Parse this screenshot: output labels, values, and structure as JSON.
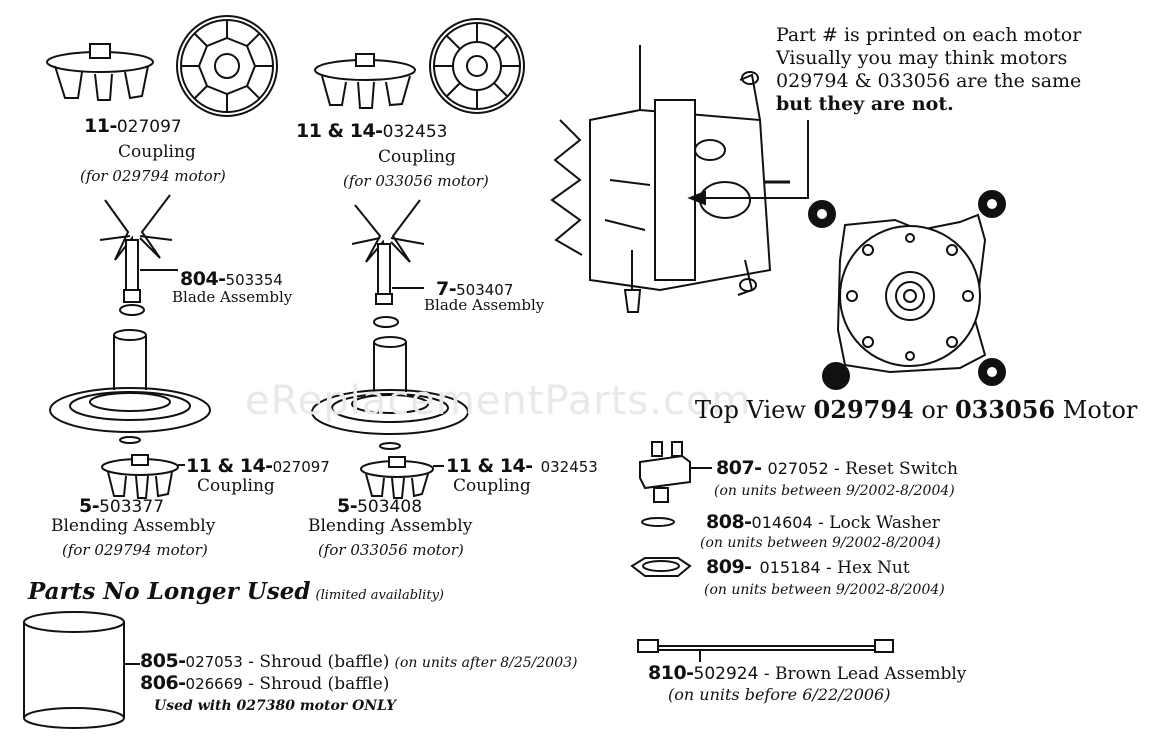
{
  "watermark": "eReplacementParts.com",
  "coupling_11": {
    "num": "11-",
    "part": "027097",
    "name": "Coupling",
    "note": "(for 029794 motor)"
  },
  "coupling_11_14": {
    "num": "11 & 14-",
    "part": "032453",
    "name": "Coupling",
    "note": "(for 033056 motor)"
  },
  "blade_804": {
    "num": "804-",
    "part": "503354",
    "name": "Blade Assembly"
  },
  "blade_7": {
    "num": "7-",
    "part": "503407",
    "name": "Blade Assembly"
  },
  "lower_coupling_left": {
    "num": "11 & 14-",
    "part": "027097",
    "name": "Coupling"
  },
  "lower_coupling_right": {
    "num": "11 & 14-",
    "part": "032453",
    "name": "Coupling"
  },
  "blending_left": {
    "num": "5-",
    "part": "503377",
    "name": "Blending Assembly",
    "note": "(for 029794 motor)"
  },
  "blending_right": {
    "num": "5-",
    "part": "503408",
    "name": "Blending Assembly",
    "note": "(for 033056 motor)"
  },
  "motor_note": {
    "line1": "Part # is printed on each motor",
    "line2": "Visually you may think motors",
    "line3": "029794 & 033056 are the same",
    "line4": "but they are not."
  },
  "top_view": {
    "prefix": "Top View ",
    "m1": "029794",
    "mid": " or ",
    "m2": "033056",
    "suffix": " Motor"
  },
  "reset_switch": {
    "num": "807-",
    "part": "027052",
    "name": " - Reset Switch",
    "note": "(on units between 9/2002-8/2004)"
  },
  "lock_washer": {
    "num": "808-",
    "part": "014604",
    "name": " - Lock Washer",
    "note": "(on units between 9/2002-8/2004)"
  },
  "hex_nut": {
    "num": "809-",
    "part": "015184",
    "name": " - Hex Nut",
    "note": "(on units between 9/2002-8/2004)"
  },
  "parts_no_longer": {
    "title": "Parts No Longer Used",
    "sub": "(limited availablity)"
  },
  "shroud_805": {
    "num": "805-",
    "part": "027053",
    "name": " - Shroud (baffle)",
    "note": "(on units after 8/25/2003)"
  },
  "shroud_806": {
    "num": "806-",
    "part": "026669",
    "name": " - Shroud (baffle)"
  },
  "shroud_note": "Used with 027380 motor ONLY",
  "lead_810": {
    "num": "810-",
    "part": "502924",
    "name": " - Brown Lead Assembly",
    "note": "(on units before 6/22/2006)"
  }
}
